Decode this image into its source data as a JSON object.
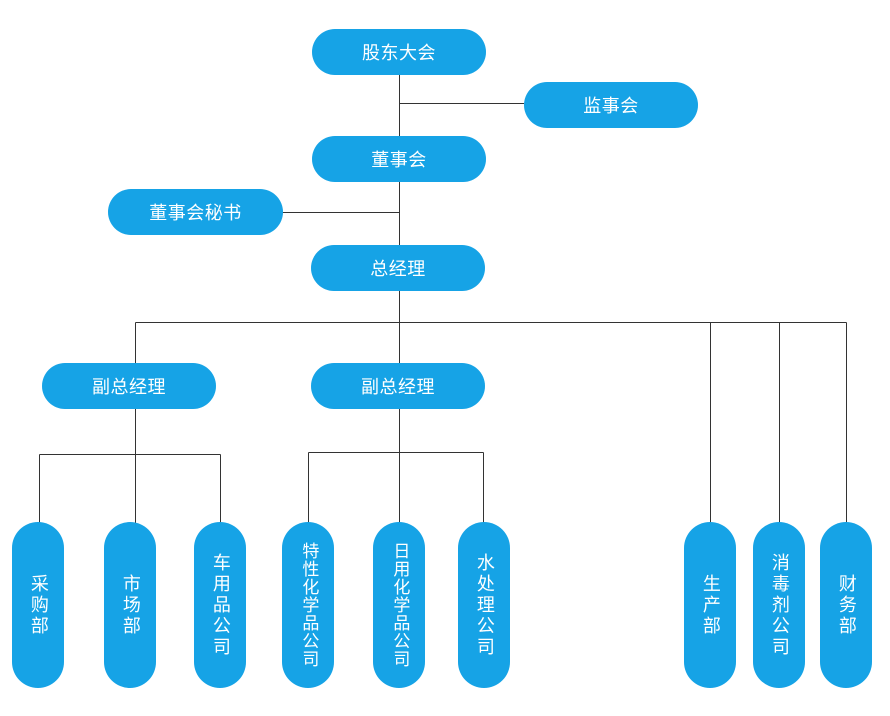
{
  "colors": {
    "node_fill": "#16a3e6",
    "node_text": "#ffffff",
    "connector": "#333333"
  },
  "nodes": {
    "shareholders_meeting": "股东大会",
    "supervisory_board": "监事会",
    "board_of_directors": "董事会",
    "board_secretary": "董事会秘书",
    "general_manager": "总经理",
    "deputy_gm_left": "副总经理",
    "deputy_gm_middle": "副总经理",
    "procurement_dept": "采购部",
    "marketing_dept": "市场部",
    "automotive_products_co": "车用品公司",
    "specialty_chemicals_co": "特性化学品公司",
    "daily_chemicals_co": "日用化学品公司",
    "water_treatment_co": "水处理公司",
    "production_dept": "生产部",
    "disinfectant_co": "消毒剂公司",
    "finance_dept": "财务部"
  }
}
